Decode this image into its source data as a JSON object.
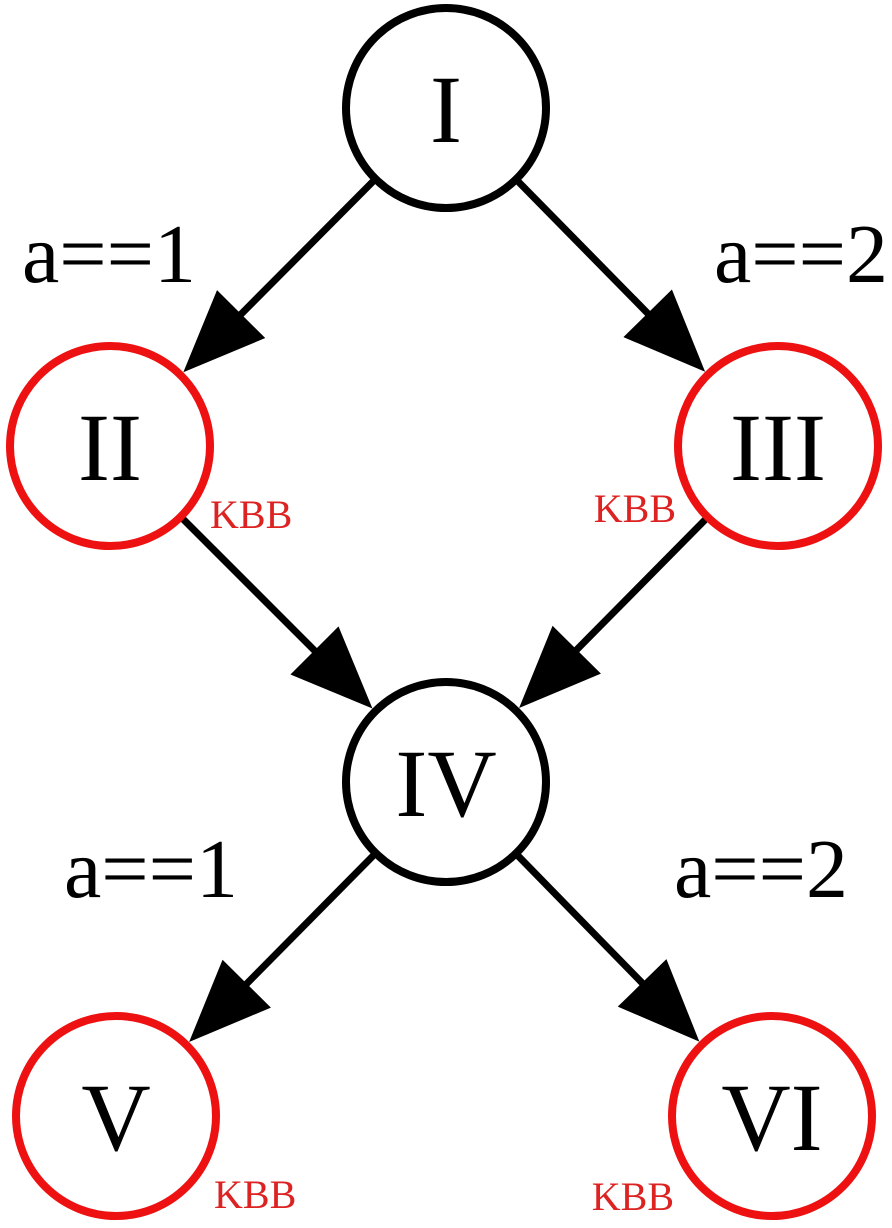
{
  "colors": {
    "normal": "#000000",
    "highlight": "#ee1111",
    "tag": "#dd2222",
    "background": "#ffffff"
  },
  "nodes": [
    {
      "id": "I",
      "label": "I",
      "highlighted": false
    },
    {
      "id": "II",
      "label": "II",
      "highlighted": true,
      "tag": "KBB"
    },
    {
      "id": "III",
      "label": "III",
      "highlighted": true,
      "tag": "KBB"
    },
    {
      "id": "IV",
      "label": "IV",
      "highlighted": false
    },
    {
      "id": "V",
      "label": "V",
      "highlighted": true,
      "tag": "KBB"
    },
    {
      "id": "VI",
      "label": "VI",
      "highlighted": true,
      "tag": "KBB"
    }
  ],
  "edges": [
    {
      "from": "I",
      "to": "II",
      "label": "a==1"
    },
    {
      "from": "I",
      "to": "III",
      "label": "a==2"
    },
    {
      "from": "II",
      "to": "IV",
      "label": ""
    },
    {
      "from": "III",
      "to": "IV",
      "label": ""
    },
    {
      "from": "IV",
      "to": "V",
      "label": "a==1"
    },
    {
      "from": "IV",
      "to": "VI",
      "label": "a==2"
    }
  ]
}
